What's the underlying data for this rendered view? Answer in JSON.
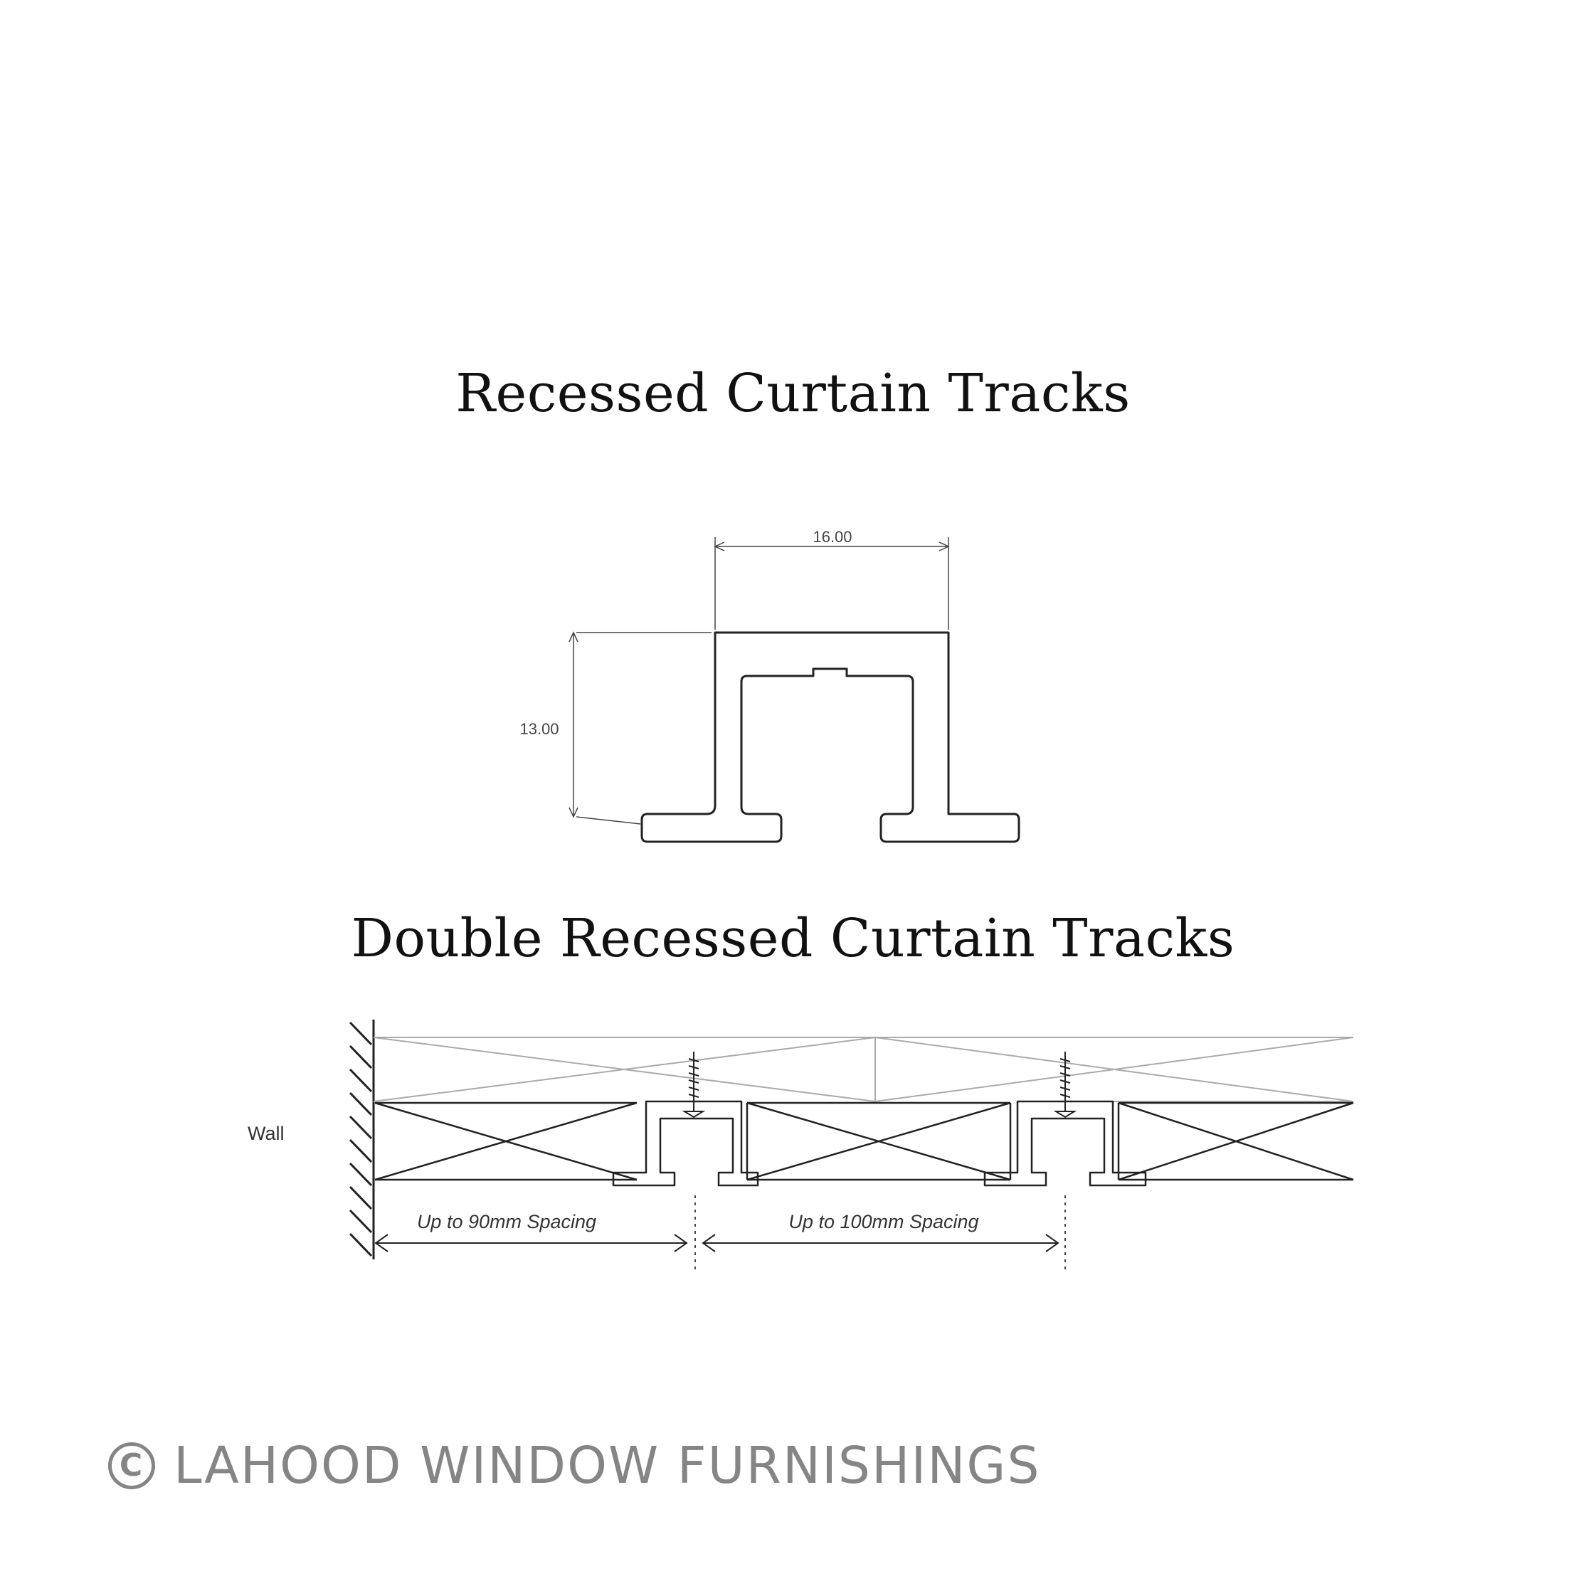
{
  "titles": {
    "single": "Recessed Curtain Tracks",
    "double": "Double Recessed Curtain Tracks"
  },
  "single_track": {
    "width_dim": "16.00",
    "height_dim": "13.00"
  },
  "double_track": {
    "wall_label": "Wall",
    "spacing_left": "Up to 90mm Spacing",
    "spacing_right": "Up to 100mm Spacing"
  },
  "footer": {
    "copyright_symbol": "C",
    "brand": "LAHOOD WINDOW FURNISHINGS"
  }
}
